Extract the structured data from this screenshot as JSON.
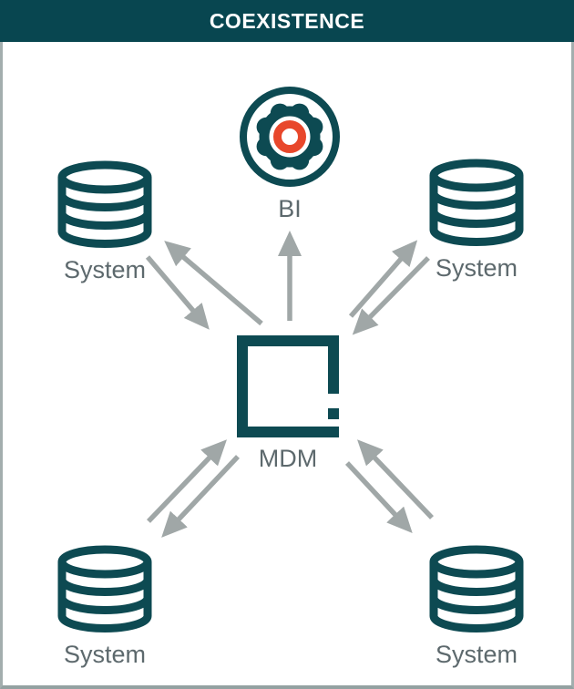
{
  "title": "COEXISTENCE",
  "colors": {
    "teal": "#0d4a52",
    "orange": "#e8472b",
    "arrow": "#a0a7a7",
    "label": "#5d696d",
    "header_bg": "#084650",
    "header_text": "#ffffff",
    "border": "#a3aeae"
  },
  "nodes": {
    "bi": {
      "label": "BI",
      "icon": "gear-in-circle"
    },
    "mdm": {
      "label": "MDM",
      "icon": "open-square"
    },
    "system_top_left": {
      "label": "System",
      "icon": "database"
    },
    "system_top_right": {
      "label": "System",
      "icon": "database"
    },
    "system_bottom_left": {
      "label": "System",
      "icon": "database"
    },
    "system_bottom_right": {
      "label": "System",
      "icon": "database"
    }
  },
  "connections": [
    {
      "from": "mdm",
      "to": "bi",
      "direction": "one-way"
    },
    {
      "from": "mdm",
      "to": "system_top_left",
      "direction": "two-way"
    },
    {
      "from": "mdm",
      "to": "system_top_right",
      "direction": "two-way"
    },
    {
      "from": "mdm",
      "to": "system_bottom_left",
      "direction": "two-way"
    },
    {
      "from": "mdm",
      "to": "system_bottom_right",
      "direction": "two-way"
    }
  ]
}
